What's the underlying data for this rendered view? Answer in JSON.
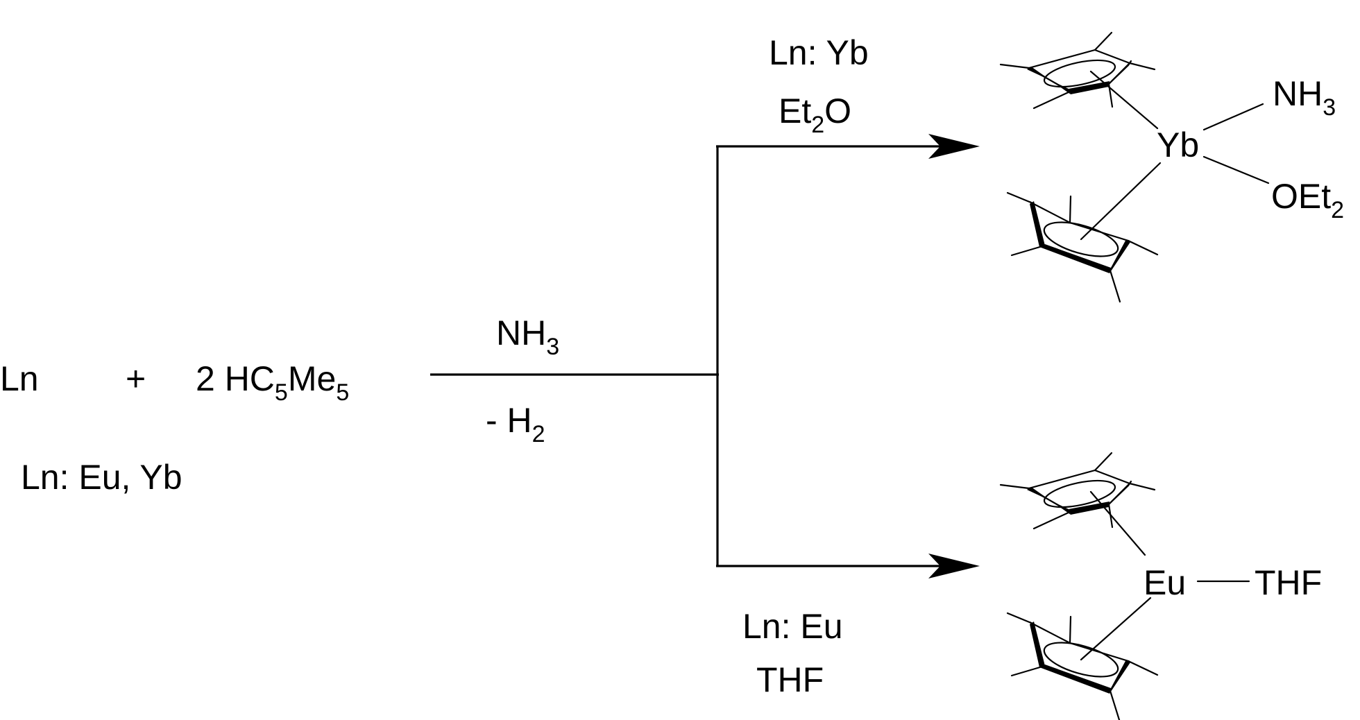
{
  "reactants": {
    "metal": "Ln",
    "plus": "+",
    "ligand_coeff": "2 HC",
    "ligand_sub1": "5",
    "ligand_me": "Me",
    "ligand_sub2": "5",
    "metal_note": "Ln: Eu, Yb"
  },
  "conditions": {
    "reagent_main": "NH",
    "reagent_main_sub": "3",
    "byproduct": "- H",
    "byproduct_sub": "2"
  },
  "top_branch": {
    "condition_metal": "Ln: Yb",
    "solvent": "Et",
    "solvent_sub": "2",
    "solvent_end": "O",
    "product": {
      "center": "Yb",
      "ligand1": "NH",
      "ligand1_sub": "3",
      "ligand2": "OEt",
      "ligand2_sub": "2"
    }
  },
  "bottom_branch": {
    "condition_metal": "Ln: Eu",
    "solvent": "THF",
    "product": {
      "center": "Eu",
      "ligand": "THF"
    }
  },
  "icons": {
    "cp_ring": "pentamethylcyclopentadienyl-ring",
    "arrow": "reaction-arrow"
  }
}
